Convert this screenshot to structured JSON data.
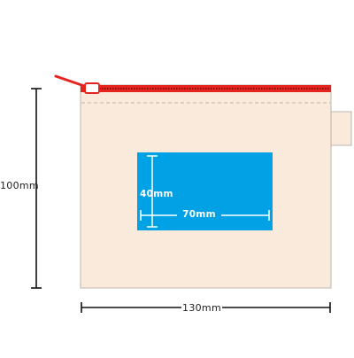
{
  "dimensions": {
    "height_label": "100mm",
    "width_label": "130mm",
    "print_height_label": "40mm",
    "print_width_label": "70mm"
  },
  "colors": {
    "pouch": "#faeadb",
    "pouch_border": "#bcb4ad",
    "zipper": "#e52420",
    "print_area": "#00a2e5",
    "dimension_line": "#111111",
    "print_dimension_line": "#ffffff"
  },
  "icons": {
    "zipper_pull": "zipper-pull-icon",
    "side_tab": "side-tab"
  }
}
